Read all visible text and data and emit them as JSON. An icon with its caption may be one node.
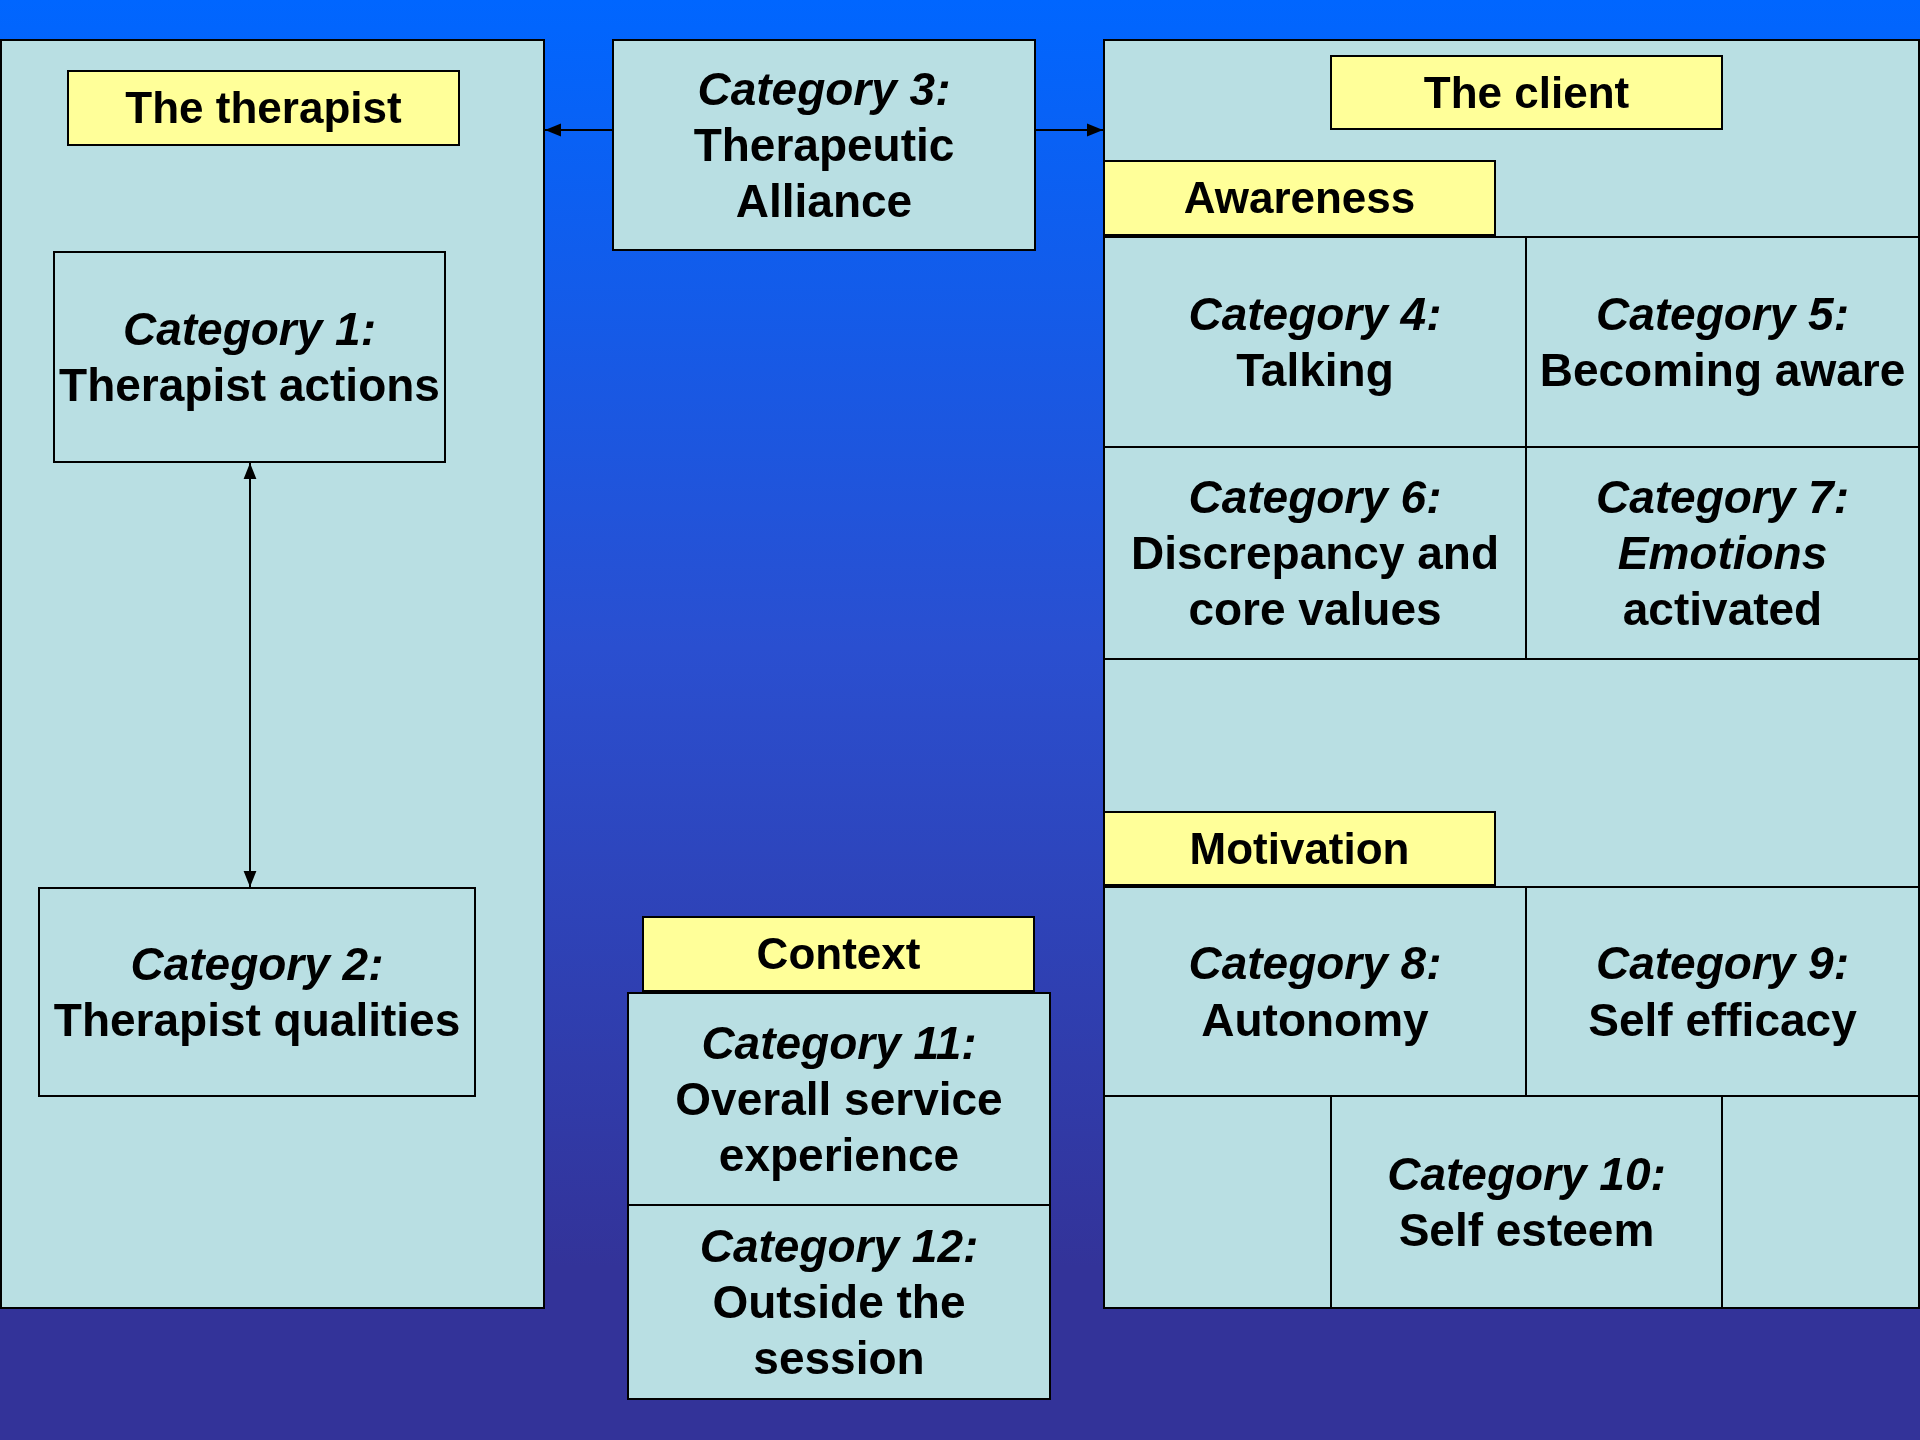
{
  "diagram": {
    "nodes": [
      {
        "text": [],
        "shape": "box"
      },
      {
        "text": [
          "The therapist"
        ],
        "in": 0
      },
      {
        "text": [
          "Category 1:",
          "Therapist actions"
        ],
        "in": 0
      },
      {
        "text": [
          "Category 2:",
          "Therapist qualities"
        ],
        "in": 0
      },
      {
        "text": [
          "Category 3:",
          "Therapeutic Alliance"
        ]
      },
      {
        "text": [],
        "shape": "box"
      },
      {
        "text": [
          "The client"
        ],
        "in": 5
      },
      {
        "text": [
          "Awareness"
        ],
        "in": 5
      },
      {
        "text": [
          "Category 4:",
          "Talking"
        ],
        "in": 5
      },
      {
        "text": [
          "Category 5:",
          "Becoming aware"
        ],
        "in": 5
      },
      {
        "text": [
          "Category 6:",
          "Discrepancy and core values"
        ],
        "in": 5
      },
      {
        "text": [
          "Category 7:",
          "*Emotions* activated"
        ],
        "in": 5
      },
      {
        "text": [
          "Motivation"
        ],
        "in": 5
      },
      {
        "text": [
          "Category 8:",
          "Autonomy"
        ],
        "in": 5
      },
      {
        "text": [
          "Category 9:",
          "Self efficacy"
        ],
        "in": 5
      },
      {
        "text": [
          "Category 10:",
          "Self esteem"
        ],
        "in": 5
      },
      {
        "text": [
          "Context"
        ]
      },
      {
        "text": [
          "Category 11:",
          "Overall service experience"
        ]
      },
      {
        "text": [
          "Category 12:",
          "Outside the session"
        ]
      }
    ],
    "edges": [
      {
        "from": 4,
        "to": 0,
        "arrow": "to"
      },
      {
        "from": 4,
        "to": 5,
        "arrow": "to"
      },
      {
        "from": 2,
        "to": 3,
        "arrow": "both"
      }
    ]
  }
}
